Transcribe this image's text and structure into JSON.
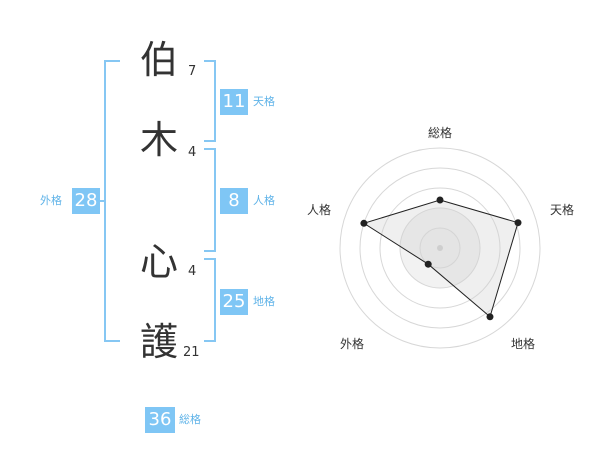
{
  "name_chars": [
    {
      "char": "伯",
      "strokes": "7"
    },
    {
      "char": "木",
      "strokes": "4"
    },
    {
      "char": "心",
      "strokes": "4"
    },
    {
      "char": "護",
      "strokes": "21"
    }
  ],
  "scores": {
    "tenkaku": {
      "value": "11",
      "label": "天格"
    },
    "jinkaku": {
      "value": "8",
      "label": "人格"
    },
    "chikaku": {
      "value": "25",
      "label": "地格"
    },
    "gaikaku": {
      "value": "28",
      "label": "外格"
    },
    "soukaku": {
      "value": "36",
      "label": "総格"
    }
  },
  "radar": {
    "labels": {
      "top": "総格",
      "right": "天格",
      "bottom_right": "地格",
      "bottom_left": "外格",
      "left": "人格"
    },
    "values": {
      "総格": 0.48,
      "天格": 0.82,
      "地格": 0.85,
      "外格": 0.2,
      "人格": 0.8
    }
  },
  "colors": {
    "badge": "#7fc6f5",
    "bracket": "#86c7f3",
    "label": "#5fb3e8"
  }
}
